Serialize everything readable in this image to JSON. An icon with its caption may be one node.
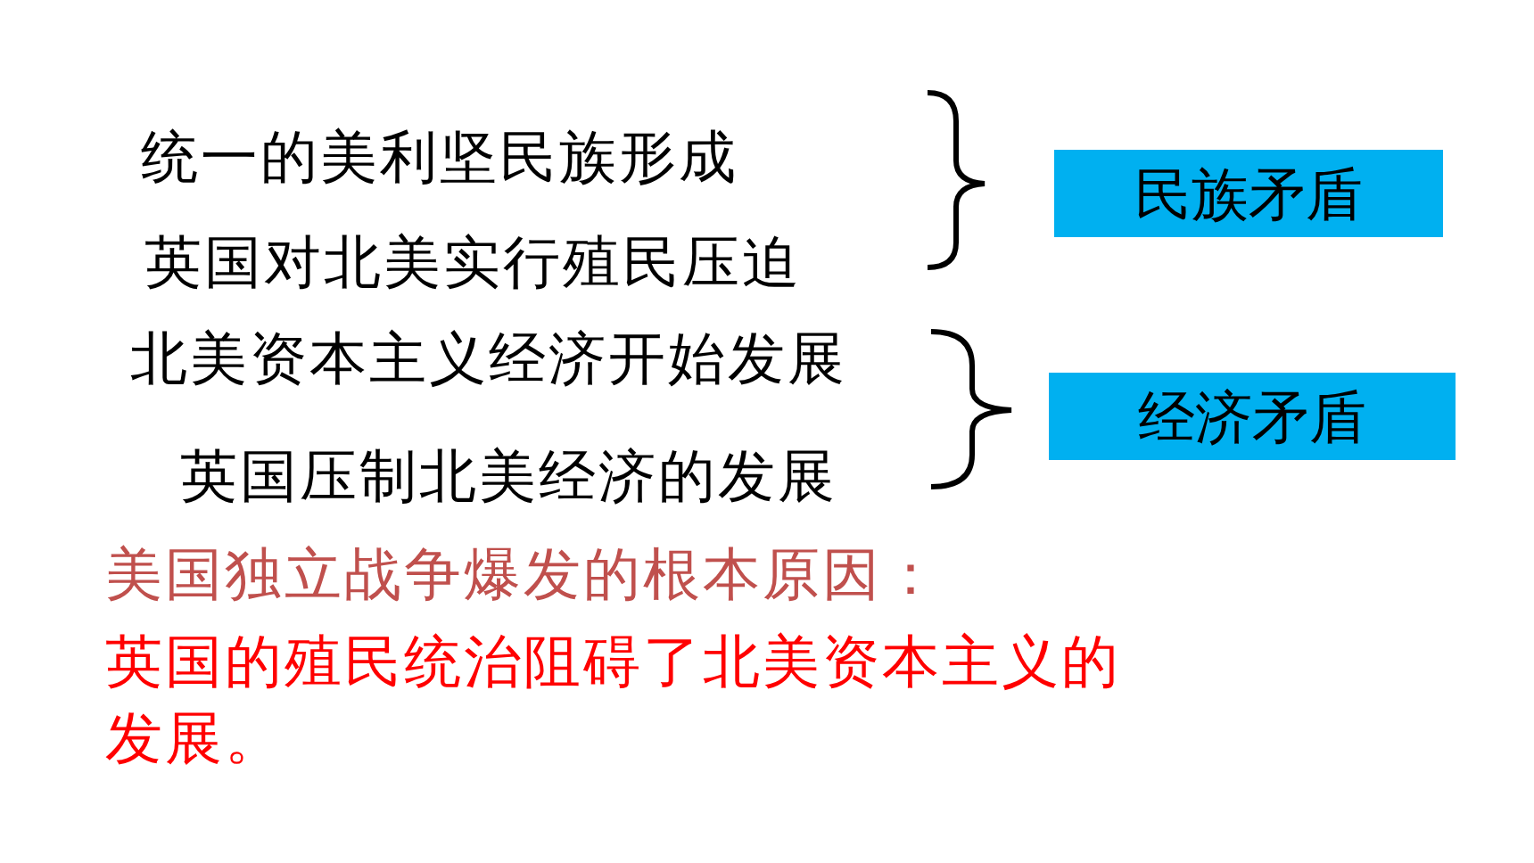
{
  "diagram": {
    "nodes": [
      {
        "text": [
          "民族矛盾"
        ]
      },
      {
        "text": [
          "经济矛盾"
        ]
      }
    ],
    "labels": [
      "统一的美利坚民族形成",
      "英国对北美实行殖民压迫",
      "北美资本主义经济开始发展",
      "英国压制北美经济的发展",
      "美国独立战争爆发的根本原因：",
      "英国的殖民统治阻碍了北美资本主义的发展。"
    ]
  }
}
